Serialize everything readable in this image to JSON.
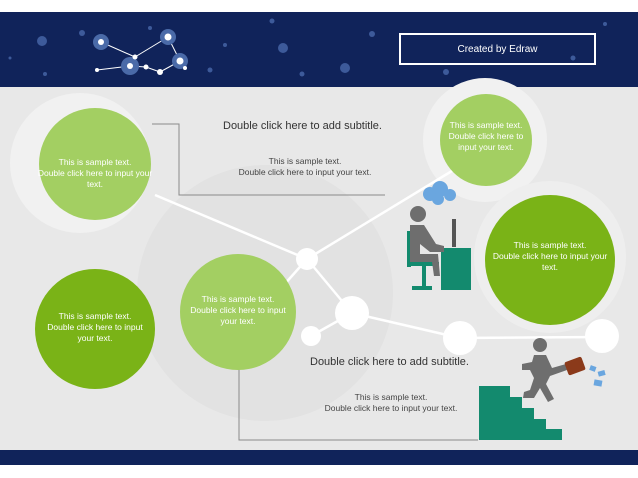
{
  "header": {
    "created_by": "Created by Edraw"
  },
  "subtitles": {
    "top": "Double click here to add subtitle.",
    "bottom": "Double click here to add subtitle."
  },
  "texts": {
    "top_center": {
      "line1": "This is sample text.",
      "line2": "Double click here to input your text."
    },
    "bottom_center": {
      "line1": "This is sample text.",
      "line2": "Double click here to input your text."
    }
  },
  "circles": {
    "left_top": {
      "line1": "This is sample text.",
      "line2": "Double click here to input your",
      "line3": "text."
    },
    "left_bottom": {
      "line1": "This is sample text.",
      "line2": "Double click here to input",
      "line3": "your text."
    },
    "center": {
      "line1": "This is sample text.",
      "line2": "Double click here to input",
      "line3": "your text."
    },
    "right_top": {
      "line1": "This is sample text.",
      "line2": "Double click here to",
      "line3": "input your text."
    },
    "right_mid": {
      "line1": "This is sample text.",
      "line2": "Double click here to input your",
      "line3": "text."
    }
  },
  "colors": {
    "navy": "#10235a",
    "light_green": "#a3cf62",
    "dark_green": "#7ab317",
    "teal": "#138a6e",
    "figure_grey": "#6e6e6e",
    "cloud_blue": "#6aa6df",
    "briefcase": "#8b3a1a"
  },
  "icons": [
    "constellation-icon",
    "person-at-desk-icon",
    "thought-cloud-icon",
    "person-climbing-stairs-icon",
    "briefcase-icon"
  ]
}
